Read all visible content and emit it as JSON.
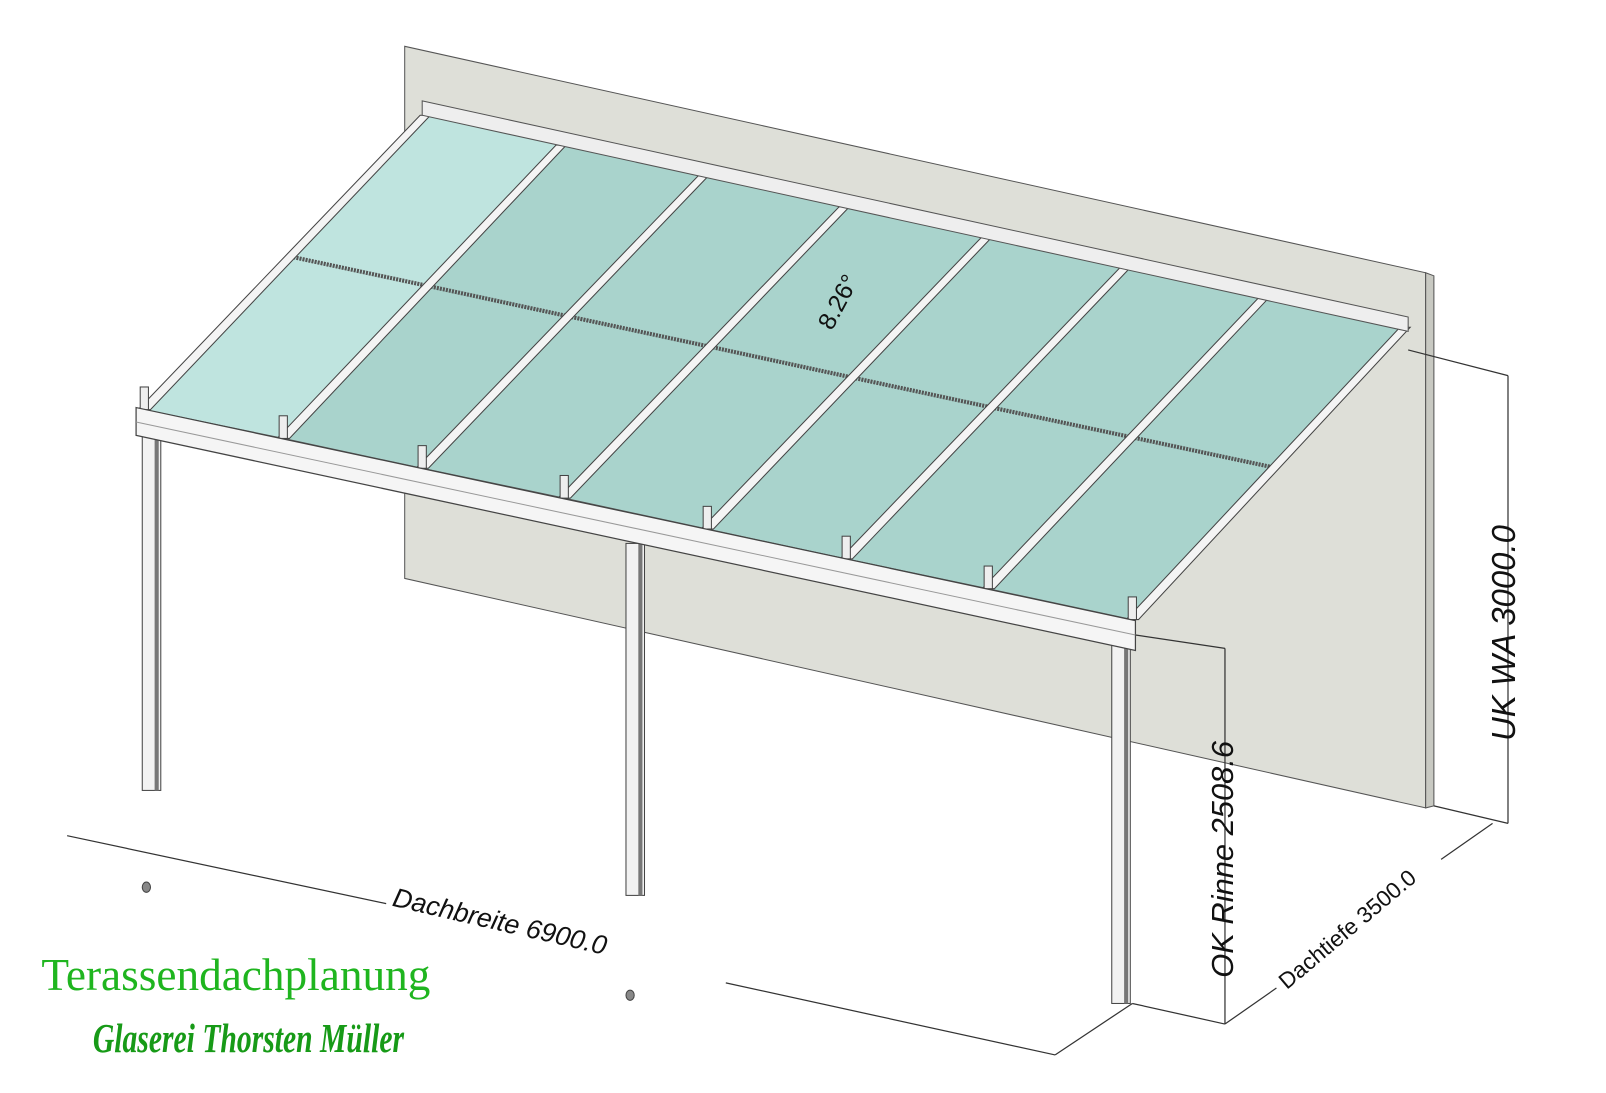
{
  "drawing": {
    "angle_label": "8.26°",
    "dimensions": {
      "width_label": "Dachbreite  6900.0",
      "depth_label": "Dachtiefe 3500.0",
      "gutter_height_label": "OK Rinne  2508.6",
      "wall_height_label": "UK WA  3000.0"
    }
  },
  "branding": {
    "title": "Terassendachplanung",
    "company": "Glaserei Thorsten Müller"
  },
  "colors": {
    "wall": "#dedfd8",
    "glass": "#a9d3cc",
    "glass_light": "#bfe4df",
    "frame": "#f4f4f4",
    "title_green": "#1fb51f"
  }
}
